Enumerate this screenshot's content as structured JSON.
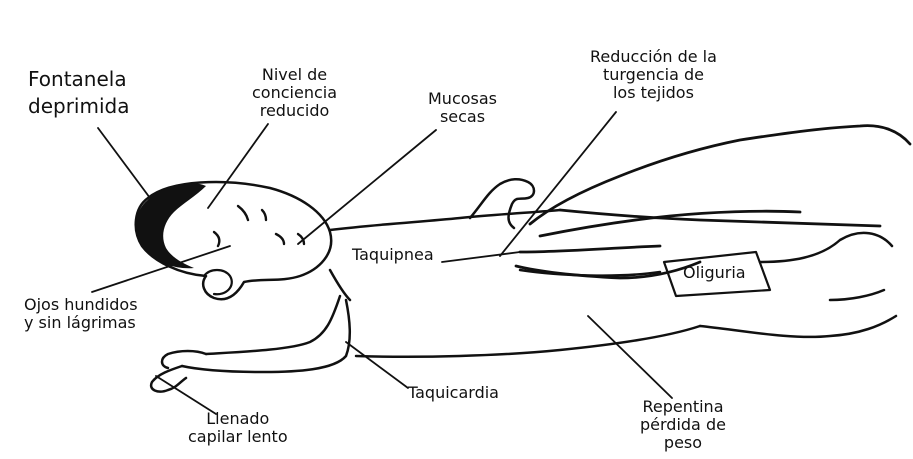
{
  "labels": {
    "fontanela": [
      "Fontanela",
      "deprimida"
    ],
    "nivel": [
      "Nivel de",
      "conciencia",
      "reducido"
    ],
    "mucosas": [
      "Mucosas",
      "secas"
    ],
    "turgencia": [
      "Reducción de la",
      "turgencia de",
      "los tejidos"
    ],
    "taquipnea": "Taquipnea",
    "oliguria": "Oliguria",
    "ojos": [
      "Ojos hundidos",
      "y sin lágrimas"
    ],
    "taquicardia": "Taquicardia",
    "llenado": [
      "Llenado",
      "capilar lento"
    ],
    "peso": [
      "Repentina",
      "pérdida de",
      "peso"
    ]
  },
  "colors": {
    "ink": "#111111",
    "hair": "#111111",
    "background": "#ffffff"
  }
}
